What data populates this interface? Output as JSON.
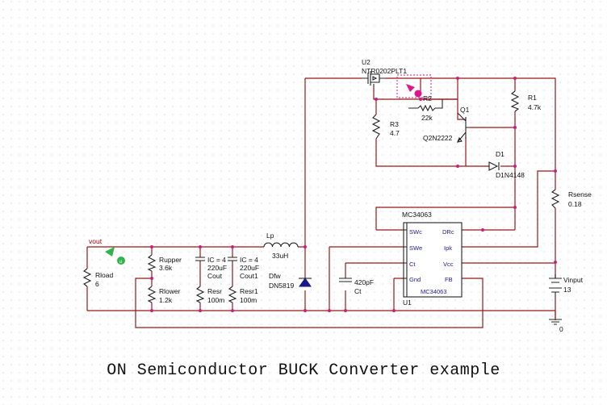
{
  "caption": "ON Semiconductor BUCK Converter example",
  "nets": {
    "vout": "vout",
    "ground": "0"
  },
  "parts": {
    "U2": {
      "ref": "U2",
      "value": "NTR0202PLT1"
    },
    "R2": {
      "ref": "R2",
      "value": "22k"
    },
    "R1": {
      "ref": "R1",
      "value": "4.7k"
    },
    "Q1": {
      "ref": "Q1",
      "value": "Q2N2222"
    },
    "R3": {
      "ref": "R3",
      "value": "4.7"
    },
    "D1": {
      "ref": "D1",
      "value": "D1N4148"
    },
    "Rsense": {
      "ref": "Rsense",
      "value": "0.18"
    },
    "Vinput": {
      "ref": "Vinput",
      "value": "13"
    },
    "U1": {
      "ref": "U1",
      "value": "MC34063",
      "body_label": "MC34063",
      "pins_left": [
        "SWc",
        "SWe",
        "Ct",
        "Gnd"
      ],
      "pins_right": [
        "DRc",
        "Ipk",
        "Vcc",
        "FB"
      ]
    },
    "Ct": {
      "ref": "Ct",
      "value": "420pF"
    },
    "Rload": {
      "ref": "Rload",
      "value": "6"
    },
    "Rupper": {
      "ref": "Rupper",
      "value": "3.6k"
    },
    "Rlower": {
      "ref": "Rlower",
      "value": "1.2k"
    },
    "Cout": {
      "ref": "Cout",
      "value": "220uF",
      "ic": "IC = 4"
    },
    "Cout1": {
      "ref": "Cout1",
      "value": "220uF",
      "ic": "IC = 4"
    },
    "Resr": {
      "ref": "Resr",
      "value": "100m"
    },
    "Resr1": {
      "ref": "Resr1",
      "value": "100m"
    },
    "Lp": {
      "ref": "Lp",
      "value": "33uH"
    },
    "Dfw": {
      "ref": "Dfw",
      "value": "DN5819"
    }
  },
  "colors": {
    "wire": "#991818",
    "part": "#222222",
    "ic_text": "#1a1a8a",
    "junction": "#cc1f7a",
    "probe_green": "#2fb34a",
    "probe_magenta": "#e0158c"
  }
}
